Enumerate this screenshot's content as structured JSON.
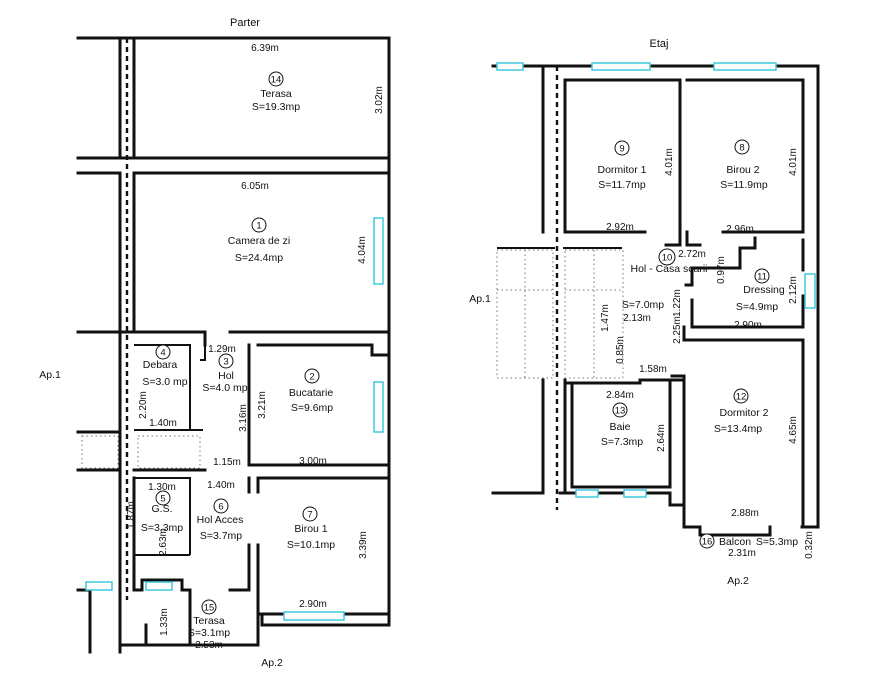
{
  "plans": {
    "parter": {
      "title": "Parter",
      "side_left": "Ap.1",
      "side_bottom": "Ap.2",
      "rooms": [
        {
          "id": "r14",
          "number": "14",
          "name": "Terasa",
          "area": "S=19.3mp"
        },
        {
          "id": "r1",
          "number": "1",
          "name": "Camera de zi",
          "area": "S=24.4mp"
        },
        {
          "id": "r4",
          "number": "4",
          "name": "Debara",
          "area": "S=3.0 mp"
        },
        {
          "id": "r3",
          "number": "3",
          "name": "Hol",
          "area": "S=4.0 mp"
        },
        {
          "id": "r2",
          "number": "2",
          "name": "Bucatarie",
          "area": "S=9.6mp"
        },
        {
          "id": "r5",
          "number": "5",
          "name": "G.S.",
          "area": "S=3.3mp"
        },
        {
          "id": "r6",
          "number": "6",
          "name": "Hol Acces",
          "area": "S=3.7mp"
        },
        {
          "id": "r7",
          "number": "7",
          "name": "Birou 1",
          "area": "S=10.1mp"
        },
        {
          "id": "r15",
          "number": "15",
          "name": "Terasa",
          "area": "S=3.1mp"
        }
      ],
      "dimensions": [
        "6.39m",
        "3.02m",
        "6.05m",
        "4.04m",
        "1.29m",
        "2.20m",
        "1.40m",
        "3.16m",
        "3.21m",
        "3.00m",
        "1.15m",
        "1.30m",
        "1.40m",
        "1.87m",
        "2.63m",
        "3.39m",
        "2.90m",
        "1.33m",
        "2.53m"
      ]
    },
    "etaj": {
      "title": "Etaj",
      "side_left": "Ap.1",
      "side_bottom": "Ap.2",
      "rooms": [
        {
          "id": "r9",
          "number": "9",
          "name": "Dormitor 1",
          "area": "S=11.7mp"
        },
        {
          "id": "r8",
          "number": "8",
          "name": "Birou 2",
          "area": "S=11.9mp"
        },
        {
          "id": "r10",
          "number": "10",
          "name": "Hol - Casa scarii",
          "area": "S=7.0mp"
        },
        {
          "id": "r11",
          "number": "11",
          "name": "Dressing",
          "area": "S=4.9mp"
        },
        {
          "id": "r13",
          "number": "13",
          "name": "Baie",
          "area": "S=7.3mp"
        },
        {
          "id": "r12",
          "number": "12",
          "name": "Dormitor 2",
          "area": "S=13.4mp"
        },
        {
          "id": "r16",
          "number": "16",
          "name": "Balcon",
          "area": "S=5.3mp"
        }
      ],
      "dimensions": [
        "4.01m",
        "4.01m",
        "2.92m",
        "2.72m",
        "2.96m",
        "0.97m",
        "1.22m",
        "2.12m",
        "1.47m",
        "2.13m",
        "2.90m",
        "2.25m",
        "0.85m",
        "1.58m",
        "2.84m",
        "2.64m",
        "4.65m",
        "2.88m",
        "0.32m",
        "2.31m"
      ]
    }
  }
}
